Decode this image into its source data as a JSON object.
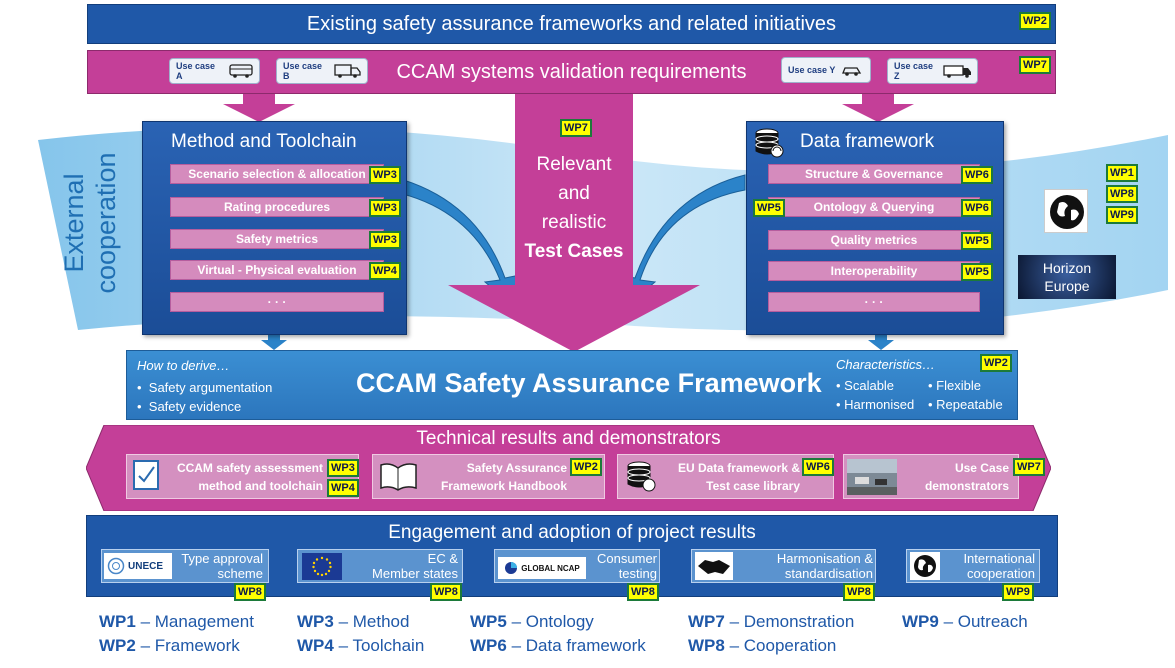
{
  "top_bar": {
    "title": "Existing safety assurance frameworks and related initiatives",
    "wp": "WP2"
  },
  "req_bar": {
    "title": "CCAM systems validation requirements",
    "wp": "WP7",
    "use_cases": [
      {
        "label": "Use case A",
        "icon": "bus-icon"
      },
      {
        "label": "Use case B",
        "icon": "truck-icon"
      },
      {
        "label": "Use case Y",
        "icon": "car-icon"
      },
      {
        "label": "Use case Z",
        "icon": "truck-icon"
      }
    ]
  },
  "external": {
    "label_line1": "External",
    "label_line2": "cooperation",
    "wps": [
      "WP1",
      "WP8",
      "WP9"
    ],
    "horizon_line1": "Horizon",
    "horizon_line2": "Europe"
  },
  "method": {
    "title": "Method and Toolchain",
    "items": [
      {
        "label": "Scenario selection & allocation",
        "wp": "WP3"
      },
      {
        "label": "Rating procedures",
        "wp": "WP3"
      },
      {
        "label": "Safety metrics",
        "wp": "WP3"
      },
      {
        "label": "Virtual - Physical evaluation",
        "wp": "WP4"
      },
      {
        "label": "· · ·",
        "wp": ""
      }
    ]
  },
  "center": {
    "wp": "WP7",
    "line1": "Relevant",
    "line2": "and",
    "line3": "realistic",
    "line4": "Test Cases"
  },
  "data_fw": {
    "title": "Data framework",
    "items": [
      {
        "label": "Structure & Governance",
        "wp": "WP6",
        "wp_left": ""
      },
      {
        "label": "Ontology & Querying",
        "wp": "WP6",
        "wp_left": "WP5"
      },
      {
        "label": "Quality metrics",
        "wp": "WP5",
        "wp_left": ""
      },
      {
        "label": "Interoperability",
        "wp": "WP5",
        "wp_left": ""
      },
      {
        "label": "· · ·",
        "wp": "",
        "wp_left": ""
      }
    ]
  },
  "saf": {
    "title": "CCAM Safety Assurance Framework",
    "how_label": "How to derive…",
    "how_items": [
      "Safety argumentation",
      "Safety evidence"
    ],
    "char_label": "Characteristics…",
    "wp": "WP2",
    "char_items": [
      "Scalable",
      "Flexible",
      "Harmonised",
      "Repeatable"
    ]
  },
  "results": {
    "title": "Technical results and demonstrators",
    "items": [
      {
        "line1": "CCAM safety assessment",
        "line2": "method and toolchain",
        "wp1": "WP3",
        "wp2": "WP4",
        "icon": "checklist-icon"
      },
      {
        "line1": "Safety Assurance",
        "line2": "Framework Handbook",
        "wp1": "WP2",
        "wp2": "",
        "icon": "book-icon"
      },
      {
        "line1": "EU Data framework &",
        "line2": "Test case library",
        "wp1": "WP6",
        "wp2": "",
        "icon": "database-icon"
      },
      {
        "line1": "Use Case",
        "line2": "demonstrators",
        "wp1": "WP7",
        "wp2": "",
        "icon": "photo-icon"
      }
    ]
  },
  "engagement": {
    "title": "Engagement and adoption of project results",
    "items": [
      {
        "logo": "UNECE",
        "line1": "Type approval",
        "line2": "scheme",
        "wp": "WP8",
        "icon": "unece-logo-icon"
      },
      {
        "logo": "",
        "line1": "EC &",
        "line2": "Member states",
        "wp": "WP8",
        "icon": "eu-flag-icon"
      },
      {
        "logo": "GLOBAL NCAP",
        "line1": "Consumer",
        "line2": "testing",
        "wp": "WP8",
        "icon": "ncap-logo-icon"
      },
      {
        "logo": "",
        "line1": "Harmonisation &",
        "line2": "standardisation",
        "wp": "WP8",
        "icon": "handshake-icon"
      },
      {
        "logo": "",
        "line1": "International",
        "line2": "cooperation",
        "wp": "WP9",
        "icon": "globe-icon"
      }
    ]
  },
  "legend": [
    {
      "code": "WP1",
      "name": "– Management"
    },
    {
      "code": "WP2",
      "name": "– Framework"
    },
    {
      "code": "WP3",
      "name": "– Method"
    },
    {
      "code": "WP4",
      "name": "– Toolchain"
    },
    {
      "code": "WP5",
      "name": "– Ontology"
    },
    {
      "code": "WP6",
      "name": "– Data framework"
    },
    {
      "code": "WP7",
      "name": "– Demonstration"
    },
    {
      "code": "WP8",
      "name": "– Cooperation"
    },
    {
      "code": "WP9",
      "name": "– Outreach"
    }
  ],
  "colors": {
    "blue": "#1f58a8",
    "magenta": "#c43f98",
    "wp_tag": "#ffff00",
    "light_blue": "#3b8fd3"
  }
}
